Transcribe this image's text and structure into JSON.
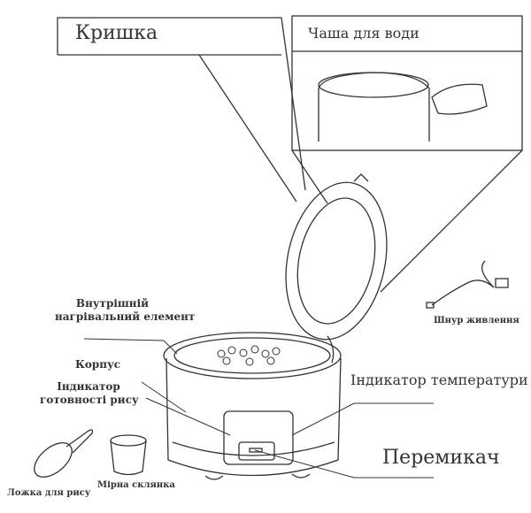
{
  "labels": {
    "lid": "Кришка",
    "water_bowl": "Чаша для води",
    "heating_element_1": "Внутрішній",
    "heating_element_2": "нагрівальний елемент",
    "body": "Корпус",
    "rice_ready_1": "Індикатор",
    "rice_ready_2": "готовності рису",
    "power_cord": "Шнур живлення",
    "temperature": "Індикатор температури",
    "switch": "Перемикач",
    "rice_spoon": "Ложка для рису",
    "measuring_cup": "Мірна склянка"
  }
}
